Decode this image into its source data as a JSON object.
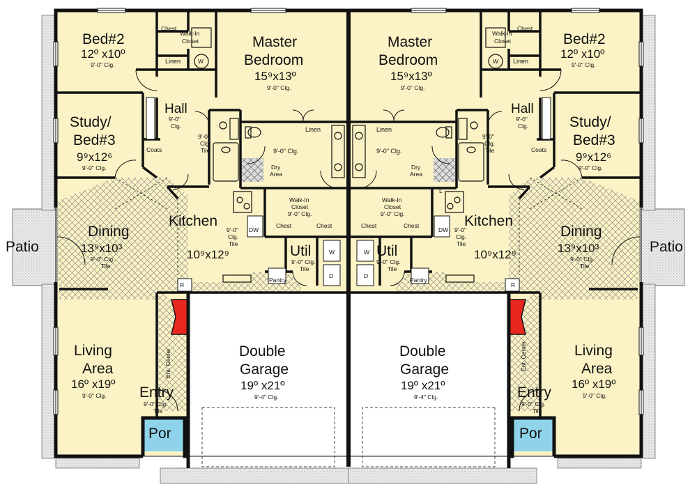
{
  "palette": {
    "floor": "#fbf3c5",
    "garage": "#ffffff",
    "porch": "#8fd3ea",
    "fireplace": "#e8281e",
    "wall": "#111111",
    "patio": "#e6e6e6"
  },
  "rooms": {
    "bed2": {
      "name": "Bed#2",
      "dims": "12º x10º",
      "clg": "9'-0\" Clg."
    },
    "master": {
      "name1": "Master",
      "name2": "Bedroom",
      "dims": "15⁹x13º",
      "clg": "9'-0\" Clg."
    },
    "study": {
      "name1": "Study/",
      "name2": "Bed#3",
      "dims": "9⁹x12⁶",
      "clg": "9'-0\" Clg."
    },
    "dining": {
      "name": "Dining",
      "dims": "13⁹x10³",
      "clg": "9'-0\" Clg.",
      "floor": "Tile"
    },
    "kitchen": {
      "name": "Kitchen",
      "dims": "10⁹x12⁹",
      "clg": "9'-0\"",
      "clg2": "Clg.",
      "floor": "Tile"
    },
    "util": {
      "name": "Util",
      "clg": "9'-0\" Clg.",
      "floor": "Tile"
    },
    "living": {
      "name1": "Living",
      "name2": "Area",
      "dims": "16º x19º",
      "clg": "9'-0\" Clg."
    },
    "entry": {
      "name": "Entry",
      "clg": "9'-0\" Clg.",
      "floor": "Tile"
    },
    "porch": {
      "name": "Por"
    },
    "garage": {
      "name1": "Double",
      "name2": "Garage",
      "dims": "19º x21º",
      "clg": "9'-4\" Clg."
    },
    "patio": {
      "name": "Patio"
    },
    "hall": {
      "name": "Hall",
      "clg": "9'-0\"",
      "clg2": "Clg."
    },
    "bath": {
      "clg": "9'-0\"",
      "clg2": "Clg.",
      "floor": "Tile"
    },
    "mbath": {
      "clg": "9'-0\" Clg."
    },
    "walkin_bed2": {
      "l1": "Walk-In",
      "l2": "Closet"
    },
    "walkin_master": {
      "l1": "Walk-In",
      "l2": "Closet",
      "clg": "9'-0\" Clg."
    },
    "closets": {
      "chest": "Chest",
      "linen": "Linen",
      "coats": "Coats",
      "dry1": "Dry",
      "dry2": "Area",
      "pantry": "Pantry",
      "ent_center": "Ent. Center"
    },
    "fixtures": {
      "w": "W",
      "d": "D",
      "dw": "DW",
      "r": "R",
      "l": "L"
    }
  }
}
